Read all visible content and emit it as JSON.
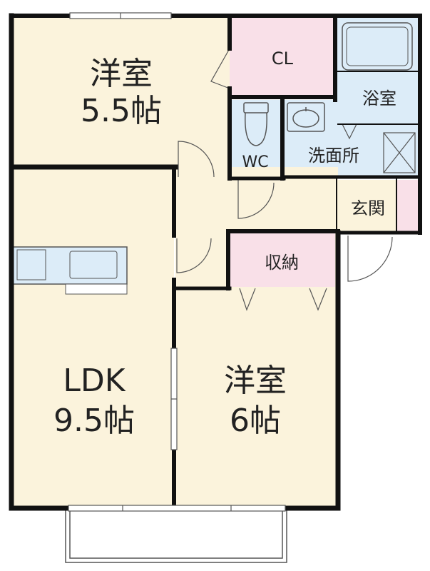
{
  "rooms": {
    "western_north": {
      "name": "洋室",
      "size": "5.5帖"
    },
    "closet": {
      "name": "CL"
    },
    "bath": {
      "name": "浴室"
    },
    "wc": {
      "name": "WC"
    },
    "washroom": {
      "name": "洗面所"
    },
    "entrance": {
      "name": "玄関"
    },
    "storage": {
      "name": "収納"
    },
    "ldk": {
      "name": "LDK",
      "size": "9.5帖"
    },
    "western_south": {
      "name": "洋室",
      "size": "6帖"
    }
  },
  "colors": {
    "room": "#fbf3dc",
    "wet": "#dcecf8",
    "storage": "#f9e0e8",
    "wall": "#111111",
    "fixture": "#dcecf8"
  }
}
